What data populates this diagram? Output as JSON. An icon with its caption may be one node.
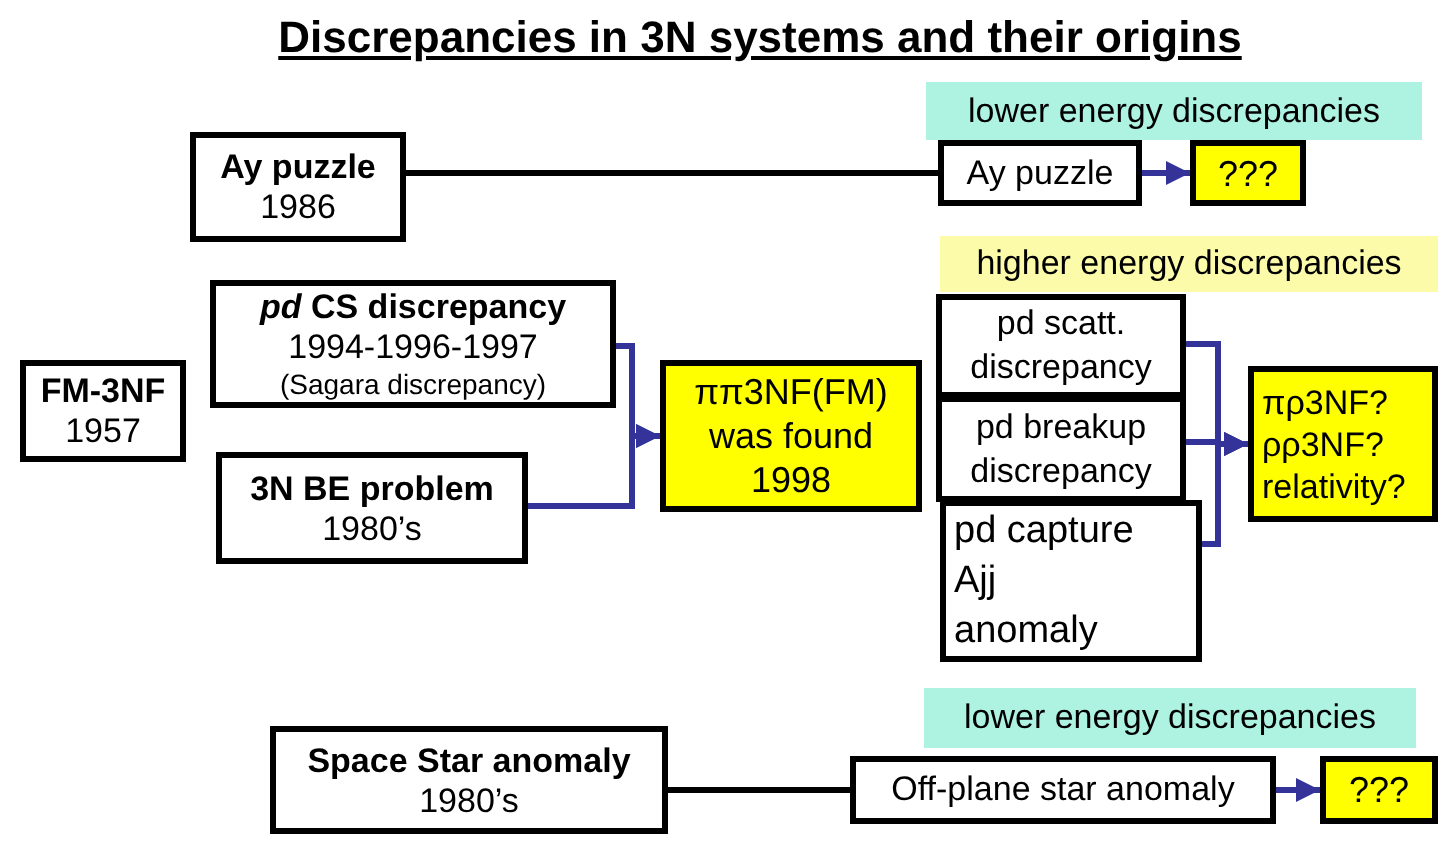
{
  "diagram": {
    "title": "Discrepancies in 3N systems and their origins",
    "nodes": [
      {
        "text": [
          "lower energy discrepancies"
        ]
      },
      {
        "text": [
          "Ay puzzle",
          "1986"
        ]
      },
      {
        "text": [
          "Ay puzzle"
        ]
      },
      {
        "text": [
          "???"
        ]
      },
      {
        "text": [
          "higher energy discrepancies"
        ]
      },
      {
        "text": [
          "*pd* CS discrepancy",
          "1994-1996-1997",
          "(Sagara discrepancy)"
        ]
      },
      {
        "text": [
          "FM-3NF",
          "1957"
        ]
      },
      {
        "text": [
          "ππ3NF(FM) was found 1998"
        ]
      },
      {
        "text": [
          "pd scatt. discrepancy"
        ]
      },
      {
        "text": [
          "pd breakup discrepancy"
        ]
      },
      {
        "text": [
          "πρ3NF? ρρ3NF? relativity?"
        ]
      },
      {
        "text": [
          "3N BE problem",
          "1980’s"
        ]
      },
      {
        "text": [
          "pd capture",
          "Ajj",
          "anomaly"
        ]
      },
      {
        "text": [
          "lower energy discrepancies"
        ]
      },
      {
        "text": [
          "Space Star anomaly",
          "1980’s"
        ]
      },
      {
        "text": [
          "Off-plane star anomaly"
        ]
      },
      {
        "text": [
          "???"
        ]
      }
    ],
    "edges": [
      {
        "from": 1,
        "to": 2,
        "arrow": "none",
        "color": "#000000"
      },
      {
        "from": 2,
        "to": 3,
        "arrow": "to"
      },
      {
        "from": 5,
        "to": 7,
        "arrow": "to"
      },
      {
        "from": 11,
        "to": 7,
        "arrow": "to"
      },
      {
        "from": 8,
        "to": 10,
        "arrow": "to"
      },
      {
        "from": 9,
        "to": 10,
        "arrow": "to"
      },
      {
        "from": 12,
        "to": 10,
        "arrow": "to"
      },
      {
        "from": 14,
        "to": 15,
        "arrow": "none",
        "color": "#000000"
      },
      {
        "from": 15,
        "to": 16,
        "arrow": "to"
      }
    ]
  }
}
